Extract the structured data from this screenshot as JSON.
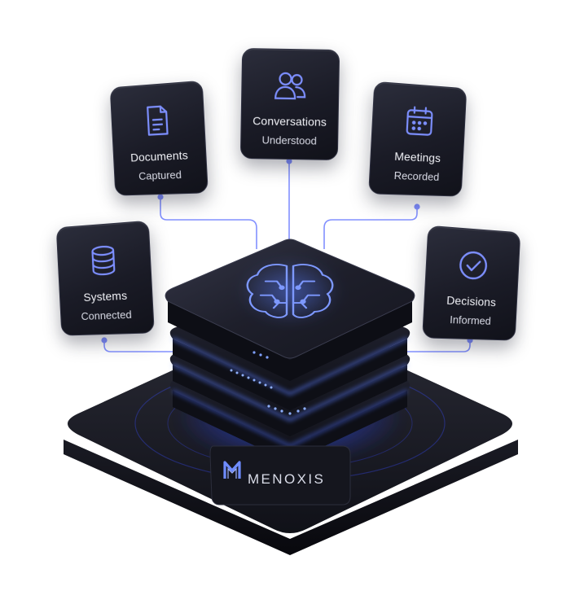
{
  "cards": {
    "documents": {
      "title": "Documents",
      "subtitle": "Captured",
      "icon": "document-icon"
    },
    "conversations": {
      "title": "Conversations",
      "subtitle": "Understood",
      "icon": "users-icon"
    },
    "meetings": {
      "title": "Meetings",
      "subtitle": "Recorded",
      "icon": "calendar-icon"
    },
    "systems": {
      "title": "Systems",
      "subtitle": "Connected",
      "icon": "database-icon"
    },
    "decisions": {
      "title": "Decisions",
      "subtitle": "Informed",
      "icon": "check-circle-icon"
    }
  },
  "brand": {
    "name": "MENOXIS",
    "logo": "menoxis-logo-icon",
    "center_icon": "brain-icon"
  },
  "colors": {
    "card_bg": "#1b1c27",
    "accent_blue": "#3d6bff",
    "icon_blue": "#6f8cff",
    "platform_dark": "#15161e",
    "connector_blue": "#6c7dff"
  }
}
